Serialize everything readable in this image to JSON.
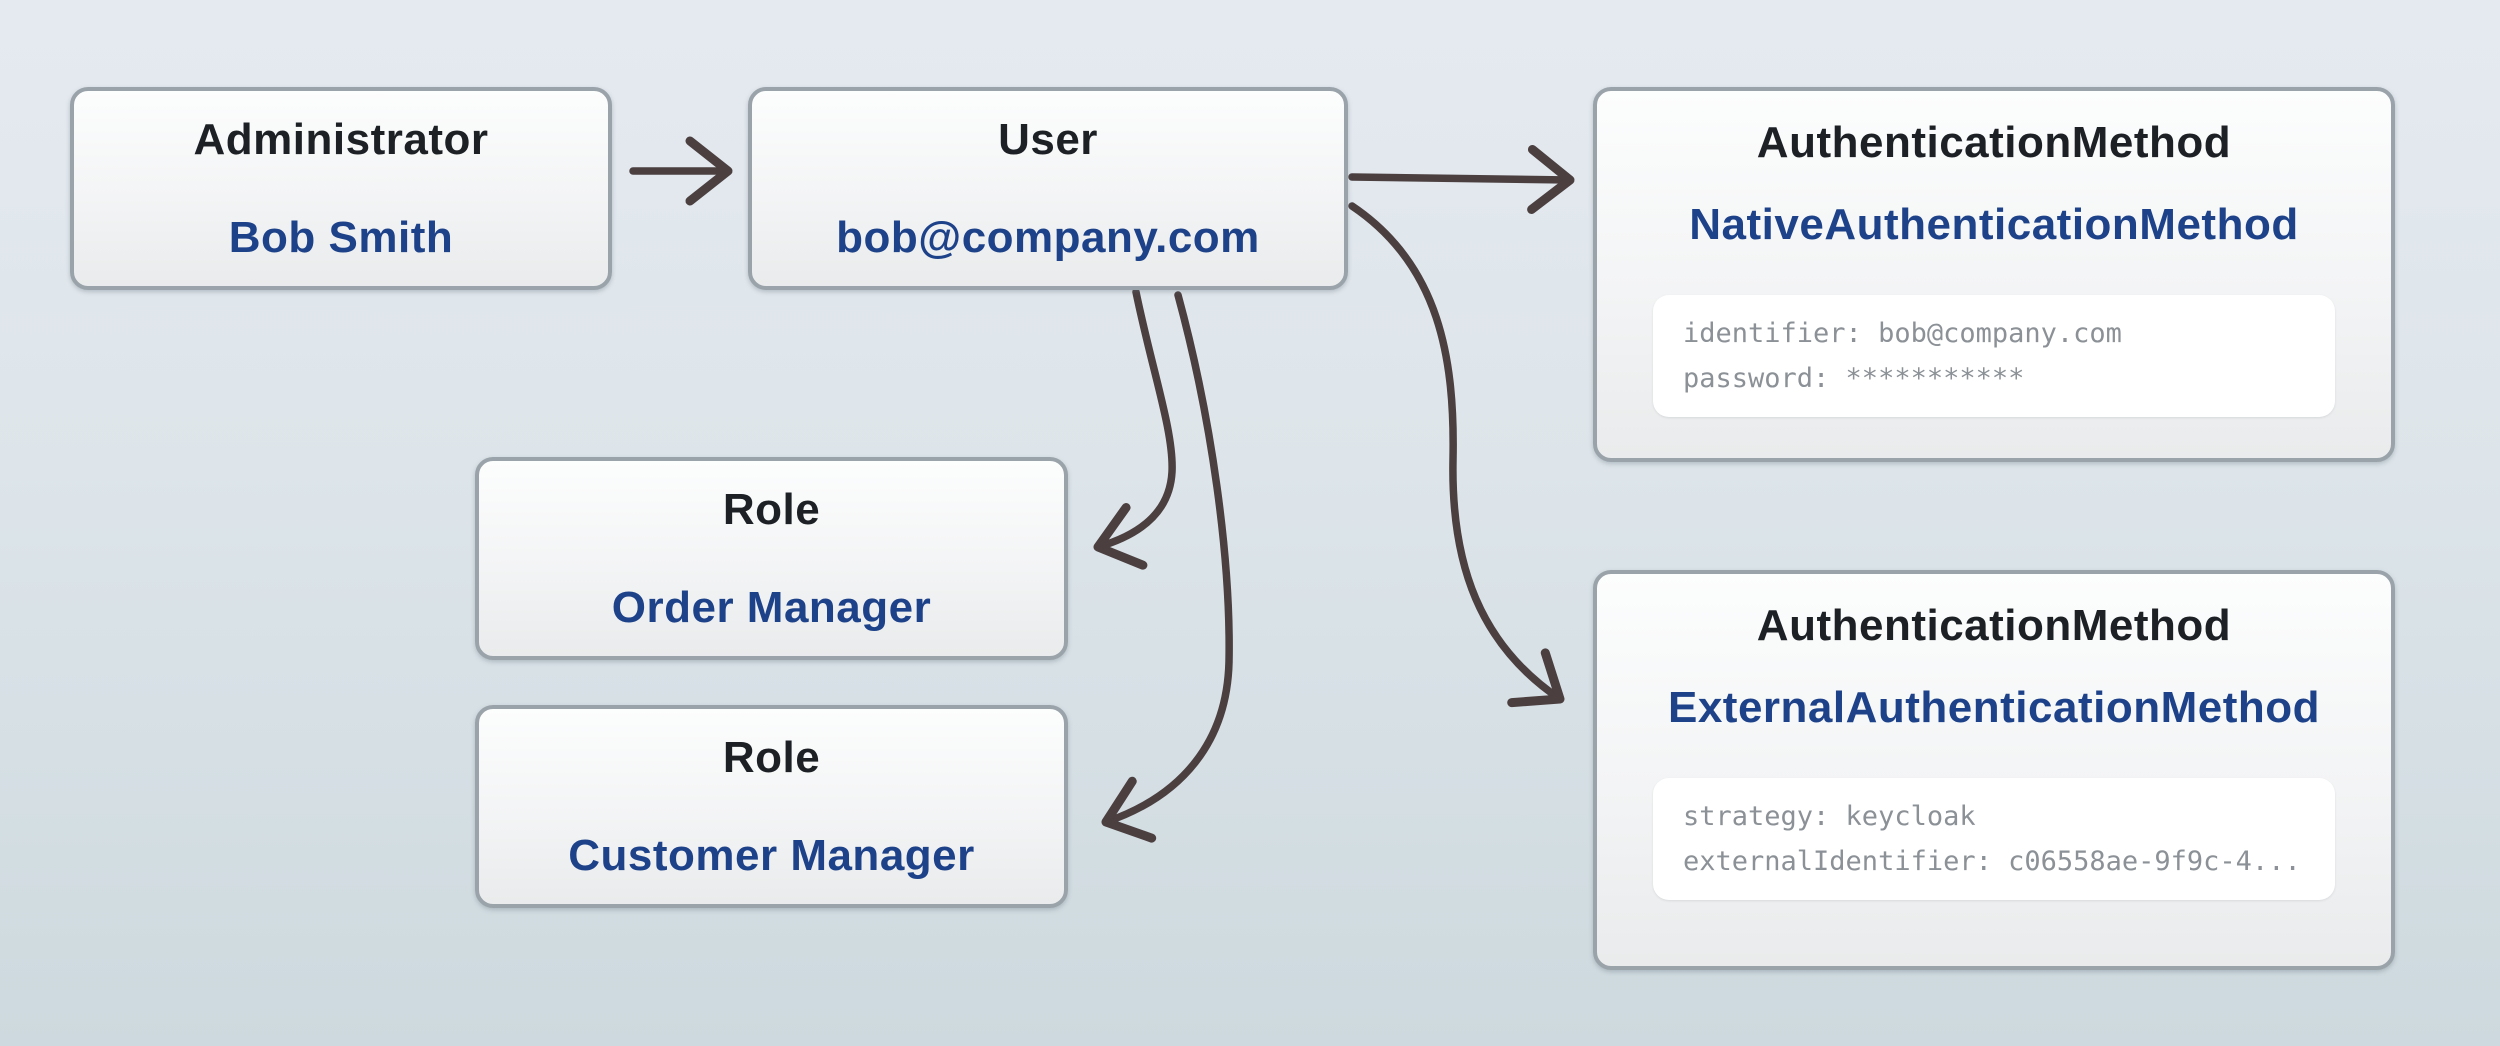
{
  "diagram": {
    "nodes": {
      "administrator": {
        "type": "Administrator",
        "name": "Bob Smith"
      },
      "user": {
        "type": "User",
        "name": "bob@company.com"
      },
      "native_auth": {
        "type": "AuthenticationMethod",
        "name": "NativeAuthenticationMethod",
        "code": {
          "line1": "identifier: bob@company.com",
          "line2": "password: ***********"
        }
      },
      "role_order": {
        "type": "Role",
        "name": "Order Manager"
      },
      "role_customer": {
        "type": "Role",
        "name": "Customer Manager"
      },
      "external_auth": {
        "type": "AuthenticationMethod",
        "name": "ExternalAuthenticationMethod",
        "code": {
          "line1": "strategy: keycloak",
          "line2": "externalIdentifier: c06558ae-9f9c-4..."
        }
      }
    },
    "edges": [
      {
        "from": "administrator",
        "to": "user"
      },
      {
        "from": "user",
        "to": "native_auth"
      },
      {
        "from": "user",
        "to": "external_auth"
      },
      {
        "from": "user",
        "to": "role_order"
      },
      {
        "from": "user",
        "to": "role_customer"
      }
    ],
    "colors": {
      "background_top": "#e5eaf0",
      "background_bottom": "#cdd9de",
      "node_border": "#9aa3aa",
      "node_fill_top": "#fcfdfd",
      "node_fill_bottom": "#e9ebec",
      "type_text": "#1d2125",
      "name_text": "#1e4289",
      "arrow": "#4b3f40",
      "code_bg": "#ffffff",
      "code_text": "#8b9196"
    }
  }
}
